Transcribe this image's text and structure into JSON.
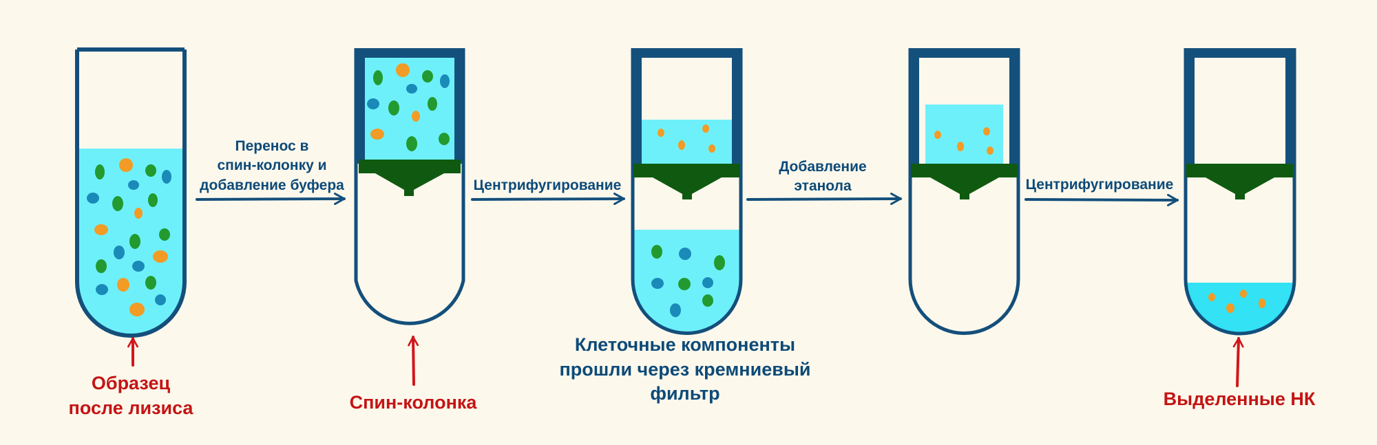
{
  "colors": {
    "background": "#fcf8ec",
    "outline": "#144f7b",
    "liquid": "#6ef0fb",
    "liquid_final": "#33e2f4",
    "filter": "#0f5a10",
    "particle_green": "#239a2f",
    "particle_blue": "#1a8ab8",
    "particle_orange": "#f29b25",
    "arrow_blue": "#144f7b",
    "arrow_red": "#d0161c",
    "label_red": "#c41414",
    "label_blue": "#0d4a78"
  },
  "labels": {
    "sample_after_lysis": "Образец\nпосле лизиса",
    "spin_column": "Спин-колонка",
    "passed_through": "Клеточные компоненты\nпрошли через кремниевый\nфильтр",
    "isolated_na": "Выделенные НК"
  },
  "steps": {
    "transfer": "Перенос в\nспин-колонку и\nдобавление буфера",
    "centrifuge_1": "Центрифугирование",
    "add_ethanol": "Добавление\nэтанола",
    "centrifuge_2": "Центрифугирование"
  }
}
